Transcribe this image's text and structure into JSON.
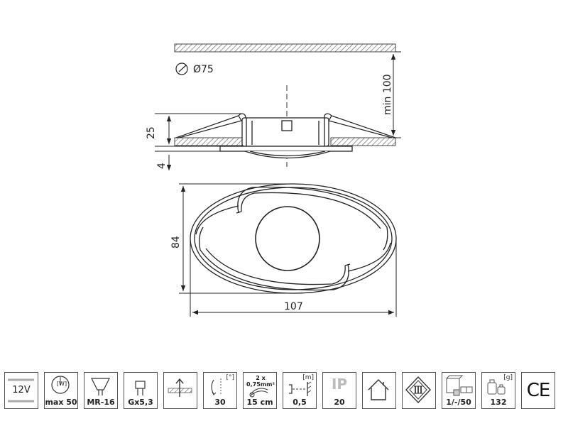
{
  "dimensions": {
    "diameter": "Ø75",
    "clearance": "min 100",
    "height_body": "25",
    "height_rim": "4",
    "height_front": "84",
    "width_front": "107"
  },
  "icons": [
    {
      "label": "12V",
      "icon": "voltage-icon"
    },
    {
      "label": "max 50",
      "unit": "[W]",
      "icon": "watt-meter-icon"
    },
    {
      "label": "MR-16",
      "icon": "mr16-lamp-icon"
    },
    {
      "label": "Gx5,3",
      "icon": "gx53-socket-icon"
    },
    {
      "label": "",
      "icon": "ceiling-mount-icon"
    },
    {
      "label": "30",
      "unit": "[°]",
      "icon": "tilt-angle-icon"
    },
    {
      "label": "15 cm",
      "top_text": "2 x 0,75mm²",
      "icon": "cable-icon"
    },
    {
      "label": "0,5",
      "unit": "[m]",
      "icon": "distance-icon"
    },
    {
      "label": "20",
      "top_text": "IP",
      "icon": "ip-rating-icon"
    },
    {
      "label": "",
      "icon": "indoor-house-icon"
    },
    {
      "label": "",
      "icon": "class-iii-icon"
    },
    {
      "label": "1/-/50",
      "icon": "packaging-icon"
    },
    {
      "label": "132",
      "unit": "[g]",
      "icon": "weight-icon"
    },
    {
      "label": "",
      "top_text": "CE",
      "icon": "ce-mark-icon"
    }
  ],
  "colors": {
    "line": "#222222",
    "hatch": "#555555",
    "border": "#555555"
  }
}
